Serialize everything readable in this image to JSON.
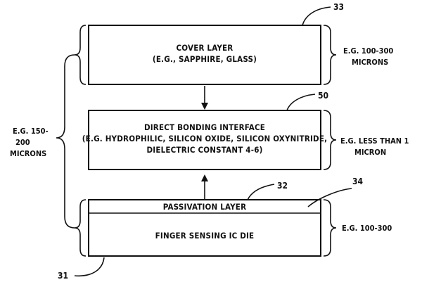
{
  "cover_layer": {
    "line1": "COVER LAYER",
    "line2": "(E.G., SAPPHIRE, GLASS)",
    "ref": "33",
    "thickness_line1": "E.G. 100-300",
    "thickness_line2": "MICRONS"
  },
  "bonding_interface": {
    "line1": "DIRECT BONDING INTERFACE",
    "line2": "(E.G. HYDROPHILIC, SILICON OXIDE, SILICON OXYNITRIDE,",
    "line3": "DIELECTRIC CONSTANT 4-6)",
    "ref": "50",
    "thickness_line1": "E.G. LESS THAN 1",
    "thickness_line2": "MICRON"
  },
  "passivation_layer": {
    "label": "PASSIVATION LAYER",
    "ref": "32",
    "ref_edge": "34"
  },
  "ic_die": {
    "label": "FINGER SENSING IC DIE",
    "thickness": "E.G. 100-300"
  },
  "total_thickness": {
    "line1": "E.G. 150-",
    "line2": "200",
    "line3": "MICRONS"
  },
  "assembly_ref": "31"
}
